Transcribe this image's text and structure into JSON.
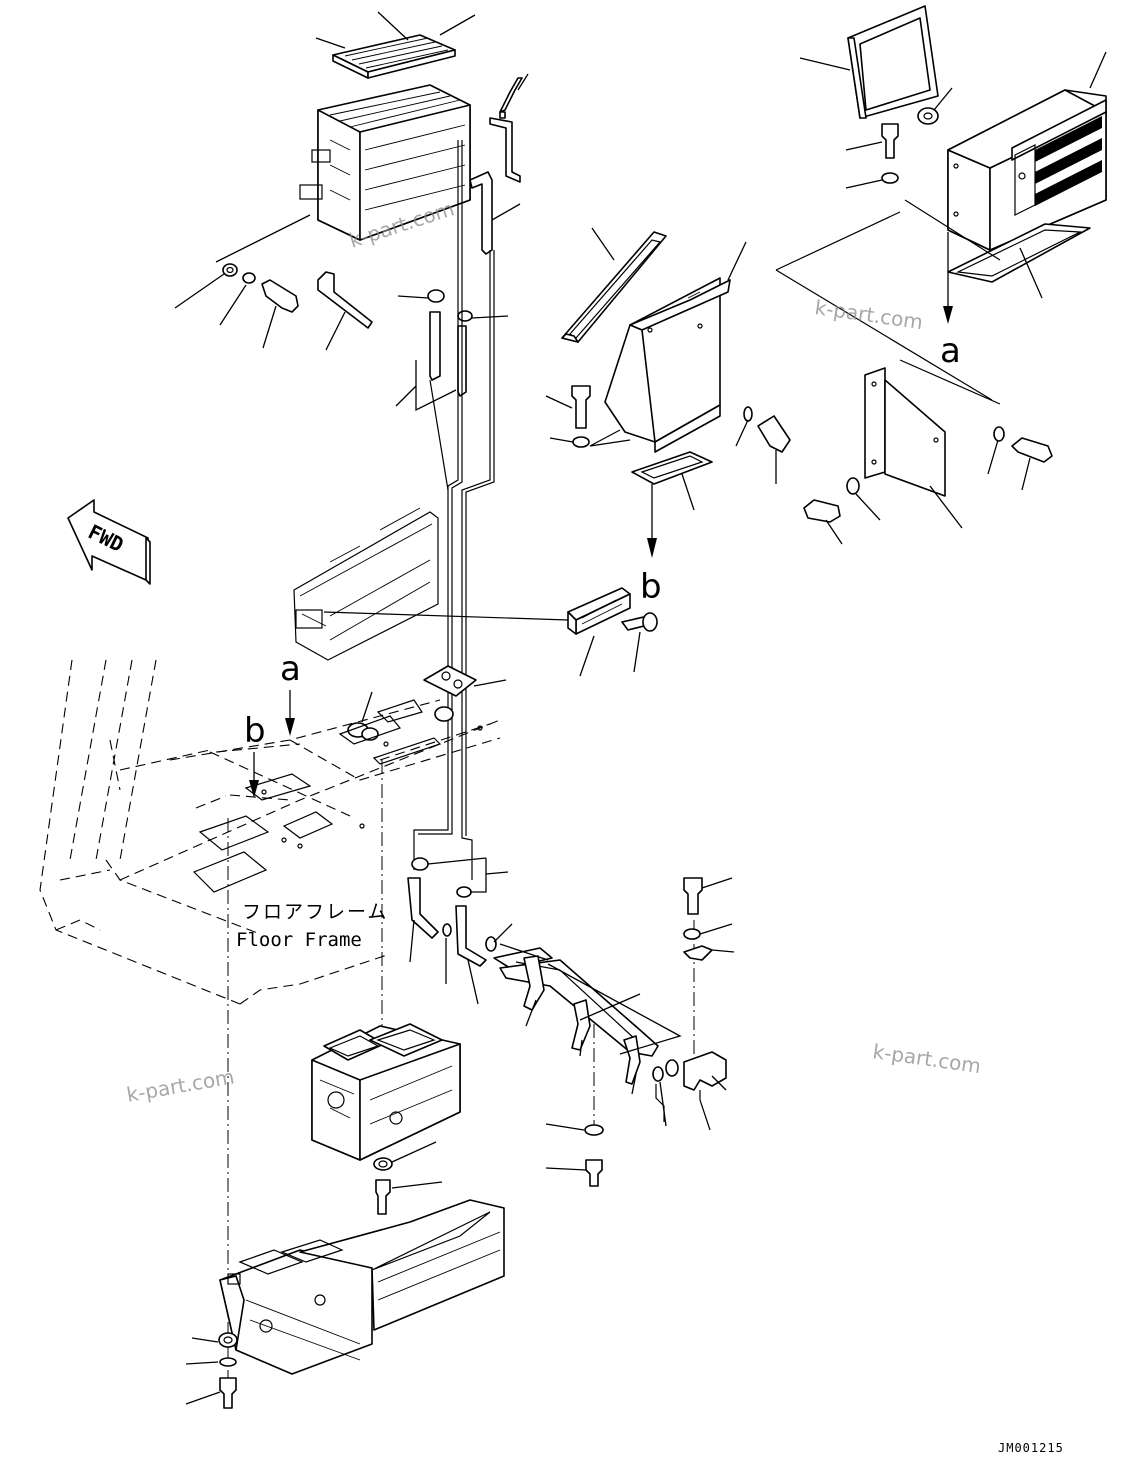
{
  "diagram": {
    "direction_label": "FWD",
    "reference_a": "a",
    "reference_b": "b",
    "floor_frame_label_jp": "フロアフレーム",
    "floor_frame_label_en": "Floor Frame",
    "drawing_number": "JM001215",
    "watermarks": [
      "k-part.com",
      "k-part.com",
      "k-part.com",
      "k-part.com"
    ]
  }
}
